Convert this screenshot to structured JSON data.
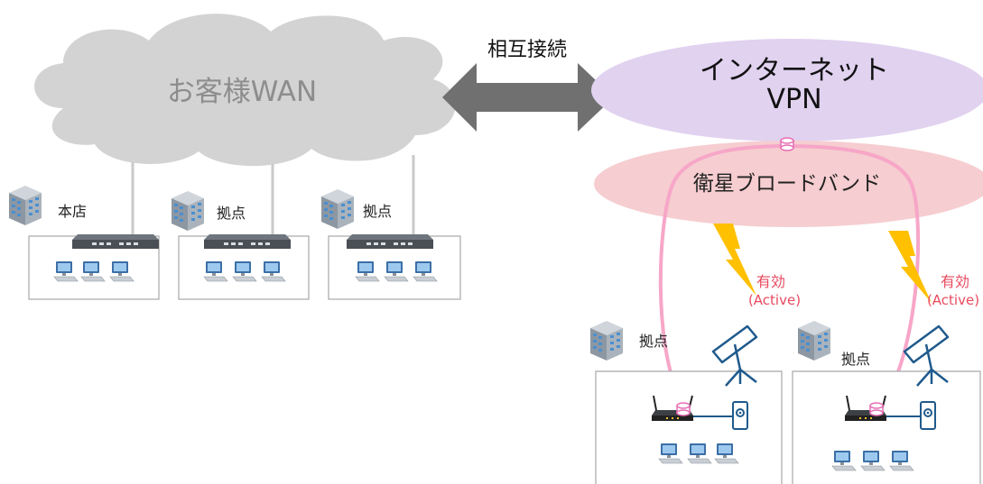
{
  "wan": {
    "label": "お客様WAN"
  },
  "interconnect": {
    "label": "相互接続"
  },
  "vpn": {
    "line1": "インターネット",
    "line2": "VPN"
  },
  "satellite": {
    "label": "衛星ブロードバンド"
  },
  "sites_wan": [
    {
      "label": "本店"
    },
    {
      "label": "拠点"
    },
    {
      "label": "拠点"
    }
  ],
  "sites_sat": [
    {
      "label": "拠点",
      "status_line1": "有効",
      "status_line2": "(Active)"
    },
    {
      "label": "拠点",
      "status_line1": "有効",
      "status_line2": "(Active)"
    }
  ],
  "colors": {
    "cloud": "#d3d3d3",
    "vpn_ellipse": "#e1d2f0",
    "satellite_ellipse": "#f6cdd0",
    "tunnel": "#f7a6c8",
    "lightning": "#ffc000",
    "status_text": "#e84a5f",
    "dish": "#1f5a8c",
    "arrow": "#707070"
  }
}
